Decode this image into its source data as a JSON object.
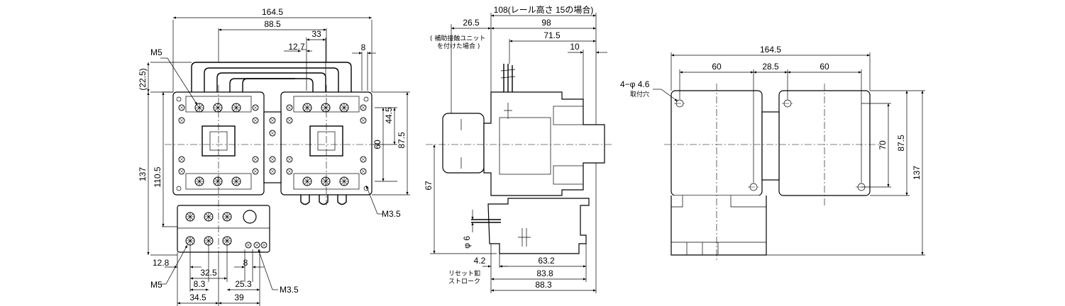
{
  "front_view": {
    "width_overall": "164.5",
    "mount_pitch": "88.5",
    "top_spacing_33": "33",
    "top_spacing_12_7": "12.7",
    "top_spacing_8": "8",
    "top_offset": "(22.5)",
    "height_137": "137",
    "height_110_5": "110.5",
    "right_44_5": "44.5",
    "right_60": "60",
    "right_87_5": "87.5",
    "label_m5_top": "M5",
    "label_m3_5_right": "M3.5",
    "bottom_12_8": "12.8",
    "bottom_8": "8",
    "bottom_32_5": "32.5",
    "bottom_8_3": "8.3",
    "bottom_25_3": "25.3",
    "bottom_34_5": "34.5",
    "bottom_39": "39",
    "label_m5_bottom": "M5",
    "label_m3_5_bottom": "M3.5"
  },
  "side_view": {
    "depth_header": "108(レール高さ 15の場合)",
    "dim_26_5": "26.5",
    "dim_98": "98",
    "dim_71_5": "71.5",
    "dim_10": "10",
    "note_aux_line1": "( 補助接触ユニット",
    "note_aux_line2": "を付けた場合 )",
    "dim_67": "67",
    "dim_phi6": "φ 6",
    "dim_4_2": "4.2",
    "dim_63_2": "63.2",
    "dim_83_8": "83.8",
    "dim_88_3": "88.3",
    "note_reset_line1": "リセット釦",
    "note_reset_line2": "ストローク"
  },
  "mount_view": {
    "width_overall": "164.5",
    "dim_60_left": "60",
    "dim_28_5": "28.5",
    "dim_60_right": "60",
    "hole_label": "4−φ 4.6",
    "hole_note": "取付穴",
    "dim_70": "70",
    "dim_87_5": "87.5",
    "dim_137": "137"
  }
}
